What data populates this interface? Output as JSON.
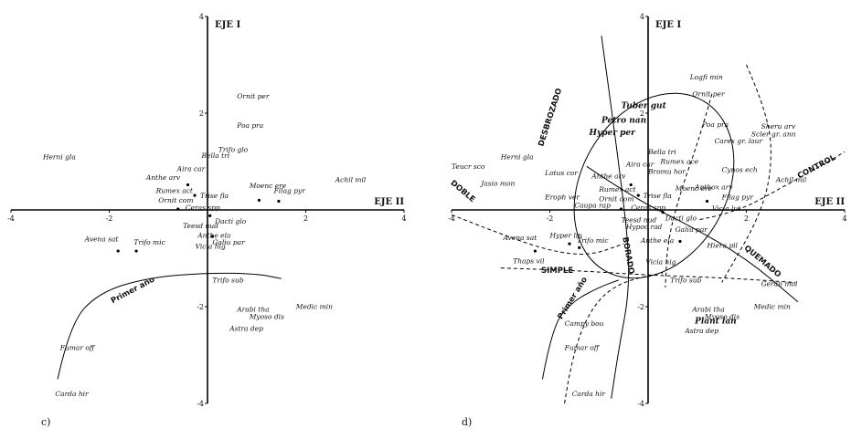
{
  "chart_data": [
    {
      "type": "scatter",
      "panel_label": "c)",
      "xlabel": "EJE II",
      "ylabel": "EJE I",
      "xlim": [
        -4,
        4
      ],
      "ylim": [
        -4,
        4
      ],
      "x_ticks": [
        -4,
        -2,
        2,
        4
      ],
      "y_ticks": [
        4,
        2,
        -2,
        -4
      ],
      "grid": false,
      "points": [
        {
          "label": "Ornit per",
          "x": 0.6,
          "y": 2.3,
          "marker": false
        },
        {
          "label": "Poa pra",
          "x": 0.6,
          "y": 1.7,
          "marker": false
        },
        {
          "label": "Trifo glo",
          "x": 0.22,
          "y": 1.2,
          "marker": false
        },
        {
          "label": "Bella tri",
          "x": -0.12,
          "y": 1.08,
          "marker": false
        },
        {
          "label": "Herni gla",
          "x": -3.35,
          "y": 1.05,
          "marker": false
        },
        {
          "label": "Aira car",
          "x": -0.62,
          "y": 0.8,
          "marker": false
        },
        {
          "label": "Anthe arv",
          "x": -1.25,
          "y": 0.62,
          "marker": true,
          "px": -0.4,
          "py": 0.52
        },
        {
          "label": "Achil mil",
          "x": 2.6,
          "y": 0.58,
          "marker": false
        },
        {
          "label": "Moenc ere",
          "x": 0.85,
          "y": 0.45,
          "marker": true,
          "px": 1.05,
          "py": 0.2
        },
        {
          "label": "Filag pyr",
          "x": 1.35,
          "y": 0.35,
          "marker": true,
          "px": 1.45,
          "py": 0.18
        },
        {
          "label": "Rumex act",
          "x": -1.05,
          "y": 0.35,
          "marker": true,
          "px": -0.26,
          "py": 0.3
        },
        {
          "label": "Trise fla",
          "x": -0.15,
          "y": 0.25,
          "marker": false
        },
        {
          "label": "Ornit com",
          "x": -1.0,
          "y": 0.15,
          "marker": false
        },
        {
          "label": "Ceras spp",
          "x": -0.45,
          "y": 0.0,
          "marker": true,
          "px": -0.6,
          "py": 0.02
        },
        {
          "label": "Dacti glo",
          "x": 0.15,
          "y": -0.28,
          "marker": true,
          "px": 0.05,
          "py": -0.12
        },
        {
          "label": "Teesd nud",
          "x": -0.5,
          "y": -0.38,
          "marker": false
        },
        {
          "label": "Avena sat",
          "x": -2.5,
          "y": -0.65,
          "marker": true,
          "px": -1.82,
          "py": -0.85
        },
        {
          "label": "Trifo mic",
          "x": -1.5,
          "y": -0.72,
          "marker": true,
          "px": -1.45,
          "py": -0.85
        },
        {
          "label": "Anthe ela",
          "x": -0.2,
          "y": -0.58,
          "marker": false
        },
        {
          "label": "Galiu par",
          "x": 0.1,
          "y": -0.72,
          "marker": true,
          "px": 0.1,
          "py": -0.55
        },
        {
          "label": "Vicia hig",
          "x": -0.25,
          "y": -0.8,
          "marker": false
        },
        {
          "label": "Trifo sub",
          "x": 0.1,
          "y": -1.5,
          "marker": false
        },
        {
          "label": "Medic min",
          "x": 1.8,
          "y": -2.05,
          "marker": false
        },
        {
          "label": "Arabi tha",
          "x": 0.6,
          "y": -2.1,
          "marker": false
        },
        {
          "label": "Myoso dis",
          "x": 0.85,
          "y": -2.25,
          "marker": false
        },
        {
          "label": "Astra dep",
          "x": 0.45,
          "y": -2.5,
          "marker": false
        },
        {
          "label": "Fumar off",
          "x": -3.0,
          "y": -2.9,
          "marker": false
        },
        {
          "label": "Carda hir",
          "x": -3.1,
          "y": -3.85,
          "marker": false
        }
      ],
      "curves": [
        {
          "label": "Primer año",
          "style": "solid",
          "points": [
            [
              -3.05,
              -3.5
            ],
            [
              -2.8,
              -2.35
            ],
            [
              -2.2,
              -1.7
            ],
            [
              -1.2,
              -1.4
            ],
            [
              0.0,
              -1.3
            ],
            [
              1.0,
              -1.32
            ],
            [
              1.5,
              -1.42
            ]
          ],
          "label_at": [
            -1.5,
            -1.7
          ],
          "label_angle": -28
        }
      ]
    },
    {
      "type": "scatter",
      "panel_label": "d)",
      "xlabel": "EJE II",
      "ylabel": "EJE I",
      "xlim": [
        -4,
        4
      ],
      "ylim": [
        -4,
        4
      ],
      "x_ticks": [
        -4,
        -2,
        2,
        4
      ],
      "y_ticks": [
        4,
        2,
        -2,
        -4
      ],
      "grid": false,
      "points": [
        {
          "label": "Logfi min",
          "x": 0.85,
          "y": 2.7,
          "marker": false
        },
        {
          "label": "Ornit per",
          "x": 0.9,
          "y": 2.35,
          "marker": false
        },
        {
          "label": "Tuber gut",
          "x": -0.55,
          "y": 2.1,
          "marker": false,
          "bold": true
        },
        {
          "label": "Petro nan",
          "x": -0.95,
          "y": 1.8,
          "marker": false,
          "bold": true
        },
        {
          "label": "Poa pra",
          "x": 1.1,
          "y": 1.72,
          "marker": false
        },
        {
          "label": "Sheru arv",
          "x": 2.3,
          "y": 1.68,
          "marker": false
        },
        {
          "label": "Carex gr. laur",
          "x": 1.35,
          "y": 1.38,
          "marker": false
        },
        {
          "label": "Scler gr. ann",
          "x": 2.1,
          "y": 1.52,
          "marker": false
        },
        {
          "label": "Hyper per",
          "x": -1.2,
          "y": 1.55,
          "marker": false,
          "bold": true
        },
        {
          "label": "Bella tri",
          "x": 0.0,
          "y": 1.15,
          "marker": false
        },
        {
          "label": "Rumex ace",
          "x": 0.25,
          "y": 0.95,
          "marker": false
        },
        {
          "label": "Herni gla",
          "x": -3.0,
          "y": 1.05,
          "marker": false
        },
        {
          "label": "Aira car",
          "x": -0.45,
          "y": 0.9,
          "marker": false
        },
        {
          "label": "Bromu hor",
          "x": 0.0,
          "y": 0.75,
          "marker": false
        },
        {
          "label": "Teucr sco",
          "x": -4.0,
          "y": 0.85,
          "marker": false
        },
        {
          "label": "Lotus cor",
          "x": -2.1,
          "y": 0.72,
          "marker": false
        },
        {
          "label": "Anthe arv",
          "x": -1.15,
          "y": 0.65,
          "marker": true,
          "px": -0.35,
          "py": 0.52
        },
        {
          "label": "Cynos ech",
          "x": 1.5,
          "y": 0.78,
          "marker": false
        },
        {
          "label": "Achil mil",
          "x": 2.6,
          "y": 0.58,
          "marker": false
        },
        {
          "label": "Jasio mon",
          "x": -3.4,
          "y": 0.5,
          "marker": false
        },
        {
          "label": "Rumex act",
          "x": -1.0,
          "y": 0.38,
          "marker": true,
          "px": -0.2,
          "py": 0.3
        },
        {
          "label": "Moenc ere",
          "x": 0.55,
          "y": 0.4,
          "marker": false
        },
        {
          "label": "Anthox arv",
          "x": 0.95,
          "y": 0.42,
          "marker": false
        },
        {
          "label": "Filag pyr",
          "x": 1.5,
          "y": 0.22,
          "marker": true,
          "px": 1.2,
          "py": 0.18
        },
        {
          "label": "Eroph ver",
          "x": -2.1,
          "y": 0.22,
          "marker": false
        },
        {
          "label": "Ornit com",
          "x": -1.0,
          "y": 0.18,
          "marker": false
        },
        {
          "label": "Trise fla",
          "x": -0.1,
          "y": 0.25,
          "marker": false
        },
        {
          "label": "Caupa rap",
          "x": -1.5,
          "y": 0.05,
          "marker": false
        },
        {
          "label": "Ceras spp",
          "x": -0.35,
          "y": 0.0,
          "marker": true,
          "px": -0.55,
          "py": 0.02
        },
        {
          "label": "Vicia lut",
          "x": 1.3,
          "y": -0.02,
          "marker": false
        },
        {
          "label": "Dacti glo",
          "x": 0.35,
          "y": -0.22,
          "marker": true,
          "px": 0.3,
          "py": -0.05
        },
        {
          "label": "Teesd nud",
          "x": -0.55,
          "y": -0.25,
          "marker": false
        },
        {
          "label": "Hypoc rad",
          "x": -0.45,
          "y": -0.4,
          "marker": false
        },
        {
          "label": "Galiu par",
          "x": 0.55,
          "y": -0.45,
          "marker": true,
          "px": 0.65,
          "py": -0.65
        },
        {
          "label": "Hyper lin",
          "x": -2.0,
          "y": -0.58,
          "marker": true,
          "px": -1.6,
          "py": -0.7
        },
        {
          "label": "Trifo mic",
          "x": -1.45,
          "y": -0.68,
          "marker": true,
          "px": -1.4,
          "py": -0.78
        },
        {
          "label": "Avena sat",
          "x": -2.95,
          "y": -0.62,
          "marker": true,
          "px": -2.3,
          "py": -0.85
        },
        {
          "label": "Anthe ela",
          "x": -0.15,
          "y": -0.68,
          "marker": false
        },
        {
          "label": "Hiera pil",
          "x": 1.2,
          "y": -0.78,
          "marker": false
        },
        {
          "label": "Thaps vil",
          "x": -2.75,
          "y": -1.1,
          "marker": false
        },
        {
          "label": "Vicia hig",
          "x": -0.05,
          "y": -1.12,
          "marker": false
        },
        {
          "label": "Trifo sub",
          "x": 0.45,
          "y": -1.5,
          "marker": false
        },
        {
          "label": "Geran mol",
          "x": 2.3,
          "y": -1.58,
          "marker": false
        },
        {
          "label": "Medic min",
          "x": 2.15,
          "y": -2.05,
          "marker": false
        },
        {
          "label": "Arabi tha",
          "x": 0.9,
          "y": -2.1,
          "marker": false
        },
        {
          "label": "Myoso dis",
          "x": 1.15,
          "y": -2.25,
          "marker": false
        },
        {
          "label": "Plant lan",
          "x": 0.95,
          "y": -2.35,
          "marker": false,
          "large": true
        },
        {
          "label": "Astra dep",
          "x": 0.75,
          "y": -2.55,
          "marker": false
        },
        {
          "label": "Campy bou",
          "x": -1.7,
          "y": -2.4,
          "marker": false
        },
        {
          "label": "Fumar off",
          "x": -1.7,
          "y": -2.9,
          "marker": false
        },
        {
          "label": "Carda hir",
          "x": -1.55,
          "y": -3.85,
          "marker": false
        }
      ],
      "curves": [
        {
          "label": "DESBROZADO",
          "style": "solid",
          "shape": "ellipse",
          "cx": 0.12,
          "cy": 0.5,
          "rx": 2.0,
          "ry": 1.5,
          "angle": -60,
          "label_at": [
            -1.95,
            1.9
          ],
          "label_angle": -72
        },
        {
          "label": "BORADO",
          "style": "solid",
          "points": [
            [
              -0.95,
              3.6
            ],
            [
              -0.5,
              0.3
            ],
            [
              -0.35,
              -1.5
            ],
            [
              -0.6,
              -2.9
            ],
            [
              -0.75,
              -3.9
            ]
          ],
          "label_at": [
            -0.45,
            -0.95
          ],
          "label_angle": 80
        },
        {
          "label": "QUEMADO",
          "style": "solid",
          "points": [
            [
              -1.25,
              0.9
            ],
            [
              -0.3,
              0.25
            ],
            [
              0.8,
              -0.3
            ],
            [
              2.0,
              -1.0
            ],
            [
              3.05,
              -1.9
            ]
          ],
          "label_at": [
            2.3,
            -1.1
          ],
          "label_angle": 40
        },
        {
          "label": "DOBLE",
          "style": "dashed",
          "points": [
            [
              -4.0,
              -0.1
            ],
            [
              -3.0,
              -0.5
            ],
            [
              -2.0,
              -0.85
            ],
            [
              -1.2,
              -0.95
            ],
            [
              -0.5,
              -0.7
            ]
          ],
          "label_at": [
            -3.8,
            0.35
          ],
          "label_angle": 40
        },
        {
          "label": "SIMPLE",
          "style": "dashed",
          "points": [
            [
              -3.0,
              -1.2
            ],
            [
              -1.5,
              -1.25
            ],
            [
              0.0,
              -1.35
            ],
            [
              1.5,
              -1.4
            ],
            [
              3.0,
              -1.5
            ]
          ],
          "label_at": [
            -1.85,
            -1.3
          ],
          "label_angle": 0
        },
        {
          "label": "CONTROL",
          "style": "dashed",
          "points": [
            [
              1.05,
              -0.2
            ],
            [
              1.8,
              -0.05
            ],
            [
              2.7,
              0.45
            ],
            [
              3.5,
              0.9
            ],
            [
              4.0,
              1.2
            ]
          ],
          "label_at": [
            3.45,
            0.85
          ],
          "label_angle": -28
        },
        {
          "label": "",
          "style": "dashed",
          "points": [
            [
              1.3,
              2.4
            ],
            [
              1.05,
              1.5
            ],
            [
              0.7,
              0.5
            ],
            [
              0.4,
              -0.6
            ],
            [
              0.35,
              -1.6
            ]
          ]
        },
        {
          "label": "",
          "style": "dashed",
          "points": [
            [
              2.0,
              3.0
            ],
            [
              2.35,
              2.2
            ],
            [
              2.55,
              1.2
            ],
            [
              2.35,
              0.0
            ],
            [
              1.5,
              -1.5
            ]
          ]
        },
        {
          "label": "Primer año",
          "style": "solid",
          "points": [
            [
              -2.15,
              -3.5
            ],
            [
              -1.95,
              -2.4
            ],
            [
              -1.55,
              -1.9
            ],
            [
              -1.0,
              -1.6
            ],
            [
              -0.6,
              -1.45
            ]
          ],
          "label_at": [
            -1.5,
            -1.85
          ],
          "label_angle": -58
        },
        {
          "label": "",
          "style": "dashed",
          "points": [
            [
              -1.7,
              -4.0
            ],
            [
              -1.55,
              -3.0
            ],
            [
              -1.15,
              -2.0
            ],
            [
              -0.6,
              -1.5
            ],
            [
              0.3,
              -1.3
            ]
          ]
        }
      ]
    }
  ]
}
